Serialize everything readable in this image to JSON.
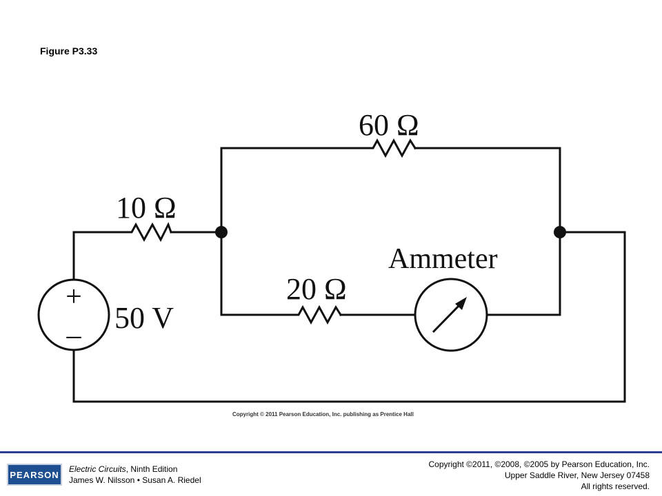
{
  "figure": {
    "title": "Figure P3.33",
    "copyright": "Copyright © 2011 Pearson Education, Inc. publishing as Prentice Hall"
  },
  "circuit": {
    "resistor_top": "60 Ω",
    "resistor_left": "10 Ω",
    "resistor_bottom": "20 Ω",
    "source": "50 V",
    "source_plus": "+",
    "source_minus": "–",
    "meter": "Ammeter"
  },
  "footer": {
    "logo_text": "PEARSON",
    "book_title": "Electric Circuits",
    "book_edition": ", Ninth Edition",
    "authors": "James W. Nilsson • Susan A. Riedel",
    "publisher_line1": "Copyright ©2011, ©2008, ©2005 by Pearson Education, Inc.",
    "publisher_line2": "Upper Saddle River, New Jersey 07458",
    "publisher_line3": "All rights reserved."
  }
}
